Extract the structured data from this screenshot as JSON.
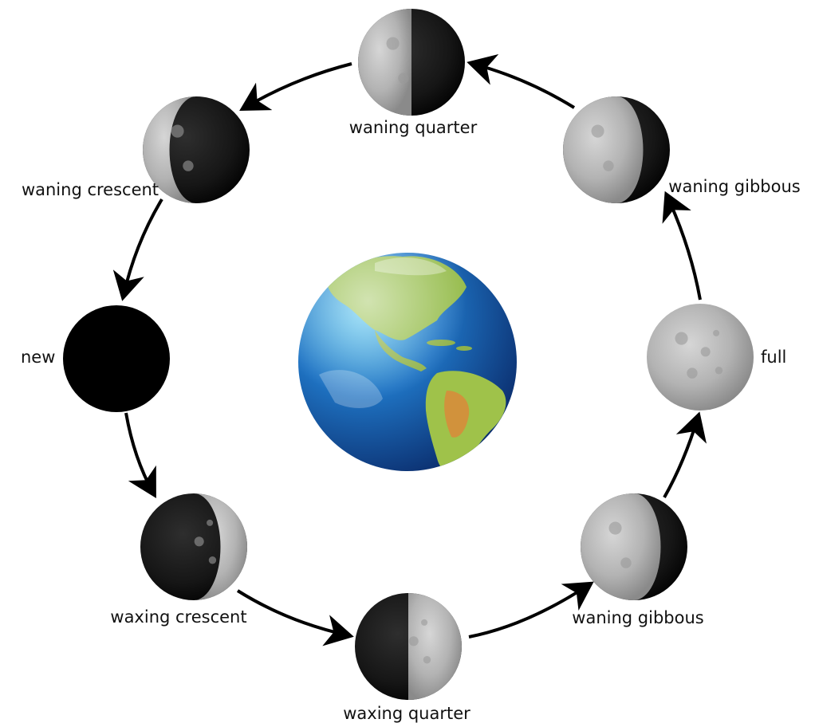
{
  "colors": {
    "moon_lit": "#bdbdbd",
    "moon_dark": "#141414",
    "new_moon": "#000000",
    "arrow": "#000000",
    "ocean": "#1f74c4",
    "land": "#9fc24a"
  },
  "center": {
    "name": "earth"
  },
  "phases": [
    {
      "id": "new",
      "label": "new",
      "lit_fraction": 0.0,
      "lit_side": "none"
    },
    {
      "id": "waxing-crescent",
      "label": "waxing crescent",
      "lit_fraction": 0.25,
      "lit_side": "right"
    },
    {
      "id": "waxing-quarter",
      "label": "waxing quarter",
      "lit_fraction": 0.5,
      "lit_side": "right"
    },
    {
      "id": "waning-gibbous-lower",
      "label": "waning gibbous",
      "lit_fraction": 0.75,
      "lit_side": "left"
    },
    {
      "id": "full",
      "label": "full",
      "lit_fraction": 1.0,
      "lit_side": "both"
    },
    {
      "id": "waning-gibbous-upper",
      "label": "waning gibbous",
      "lit_fraction": 0.75,
      "lit_side": "left"
    },
    {
      "id": "waning-quarter",
      "label": "waning quarter",
      "lit_fraction": 0.5,
      "lit_side": "left"
    },
    {
      "id": "waning-crescent",
      "label": "waning crescent",
      "lit_fraction": 0.25,
      "lit_side": "left"
    }
  ],
  "cycle_direction": "counterclockwise"
}
